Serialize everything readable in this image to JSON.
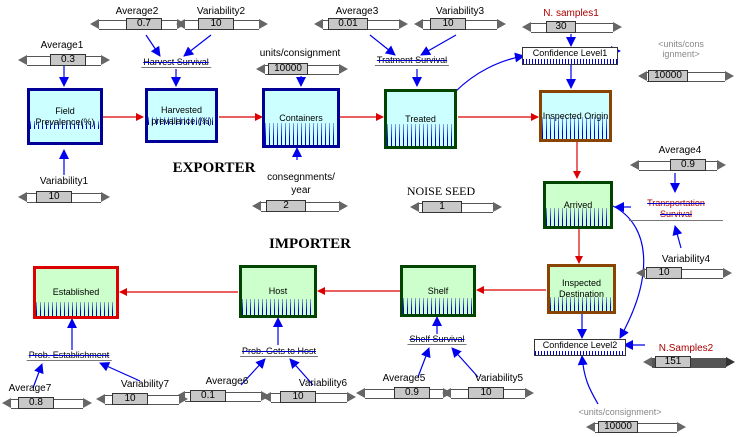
{
  "stocks": {
    "field_prevalence": "Field Prevalence(%)",
    "harvested_prevalence": "Harvested prevalence (%)",
    "containers": "Containers",
    "treated": "Treated",
    "inspected_origin": "Inspected Origin",
    "arrived": "Arrived",
    "inspected_destination": "Inspected Destination",
    "shelf": "Shelf",
    "host": "Host",
    "established": "Established"
  },
  "converters": {
    "harvest_survival": "Harvest Survival",
    "tratment_survival": "Tratment Survival",
    "confidence_level1": "Confidence Level1",
    "transportation_survival": "Transportation Survival",
    "confidence_level2": "Confidence Level2",
    "shelf_survival": "Shelf Survival",
    "prob_gets_to_host": "Prob. Gets to Host",
    "prob_establishment": "Prob. Establishment"
  },
  "parameters": {
    "average1": {
      "label": "Average1",
      "value": "0.3"
    },
    "variability1": {
      "label": "Variability1",
      "value": "10"
    },
    "average2": {
      "label": "Average2",
      "value": "0.7"
    },
    "variability2": {
      "label": "Variability2",
      "value": "10"
    },
    "units_per_consignment": {
      "label": "units/consignment",
      "value": "10000"
    },
    "consignments_per_year": {
      "label": "consegnments/ year",
      "value": "2"
    },
    "average3": {
      "label": "Average3",
      "value": "0.01"
    },
    "variability3": {
      "label": "Variability3",
      "value": "10"
    },
    "n_samples1": {
      "label": "N. samples1",
      "value": "30"
    },
    "units_cons_gray": {
      "label": "<units/cons ignment>",
      "value": "10000"
    },
    "average4": {
      "label": "Average4",
      "value": "0.9"
    },
    "variability4": {
      "label": "Variability4",
      "value": "10"
    },
    "noise_seed": {
      "label": "NOISE SEED",
      "value": "1"
    },
    "n_samples2": {
      "label": "N.Samples2",
      "value": "151"
    },
    "units_consignment_gray": {
      "label": "<units/consignment>",
      "value": "10000"
    },
    "average5": {
      "label": "Average5",
      "value": "0.9"
    },
    "variability5": {
      "label": "Variability5",
      "value": "10"
    },
    "average6": {
      "label": "Average6",
      "value": "0.1"
    },
    "variability6": {
      "label": "Variability6",
      "value": "10"
    },
    "average7": {
      "label": "Average7",
      "value": "0.8"
    },
    "variability7": {
      "label": "Variability7",
      "value": "10"
    }
  },
  "sections": {
    "exporter": "EXPORTER",
    "importer": "IMPORTER"
  },
  "colors": {
    "stock_fill": "#ccffff",
    "stock_fill_green": "#ccffcc",
    "border_blue": "#000099",
    "border_green": "#004400",
    "border_brown": "#884400",
    "border_red": "#dd0000",
    "flow_red": "#dd0000",
    "link_blue": "#0000ee"
  }
}
